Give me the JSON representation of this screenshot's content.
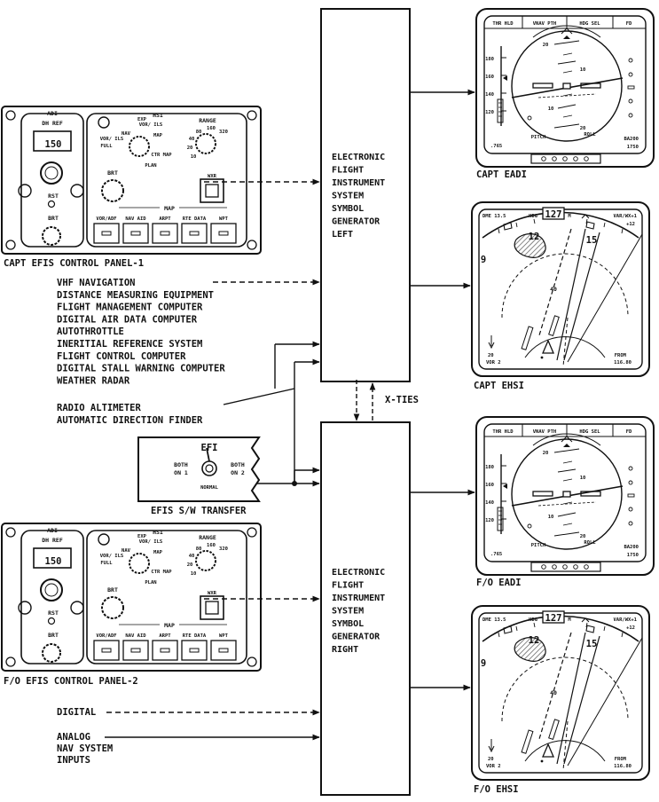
{
  "colors": {
    "ink": "#111111",
    "paper": "#ffffff",
    "hatch": "#555555"
  },
  "captPanel": {
    "caption": "CAPT EFIS CONTROL PANEL-1",
    "adi": "ADI",
    "dhRef": "DH REF",
    "display": "150",
    "rst": "RST",
    "brt": "BRT",
    "brt2": "BRT",
    "hsi": "HSI",
    "range": "RANGE",
    "modes": [
      "EXP",
      "VOR/ ILS",
      "MAP",
      "CTR MAP",
      "PLAN",
      "FULL",
      "VOR/ ILS",
      "NAV"
    ],
    "ranges": [
      "10",
      "20",
      "40",
      "80",
      "160",
      "320"
    ],
    "wxr": "WXR",
    "map": "MAP",
    "buttonLabels": [
      "VOR/ADF",
      "NAV AID",
      "ARPT",
      "RTE DATA",
      "WPT"
    ]
  },
  "foPanel": {
    "caption": "F/O EFIS CONTROL PANEL-2",
    "adi": "ADI",
    "dhRef": "DH REF",
    "display": "150",
    "rst": "RST",
    "brt": "BRT",
    "brt2": "BRT",
    "hsi": "HSI",
    "range": "RANGE",
    "modes": [
      "EXP",
      "VOR/ ILS",
      "MAP",
      "CTR MAP",
      "PLAN",
      "FULL",
      "VOR/ ILS",
      "NAV"
    ],
    "ranges": [
      "10",
      "20",
      "40",
      "80",
      "160",
      "320"
    ],
    "wxr": "WXR",
    "map": "MAP",
    "buttonLabels": [
      "VOR/ADF",
      "NAV AID",
      "ARPT",
      "RTE DATA",
      "WPT"
    ]
  },
  "generators": {
    "left": [
      "ELECTRONIC",
      "FLIGHT",
      "INSTRUMENT",
      "SYSTEM",
      "SYMBOL",
      "GENERATOR",
      "LEFT"
    ],
    "right": [
      "ELECTRONIC",
      "FLIGHT",
      "INSTRUMENT",
      "SYSTEM",
      "SYMBOL",
      "GENERATOR",
      "RIGHT"
    ]
  },
  "inputs": {
    "group1": [
      "VHF NAVIGATION",
      "DISTANCE MEASURING EQUIPMENT",
      "FLIGHT MANAGEMENT COMPUTER",
      "DIGITAL AIR DATA COMPUTER",
      "AUTOTHROTTLE",
      "INERITIAL REFERENCE SYSTEM",
      "FLIGHT CONTROL COMPUTER",
      "DIGITAL STALL WARNING COMPUTER",
      "WEATHER RADAR"
    ],
    "group2": [
      "RADIO ALTIMETER",
      "AUTOMATIC DIRECTION FINDER"
    ],
    "digital": "DIGITAL",
    "analog": [
      "ANALOG",
      "NAV SYSTEM",
      "INPUTS"
    ],
    "xties": "X-TIES"
  },
  "efiSwitch": {
    "title": "EFI",
    "both1": [
      "BOTH",
      "ON 1"
    ],
    "both2": [
      "BOTH",
      "ON 2"
    ],
    "normal": "NORMAL",
    "caption": "EFIS S/W TRANSFER"
  },
  "eadi": {
    "modes": [
      "THR HLD",
      "VNAV PTH",
      "HDG SEL",
      "FD"
    ],
    "pitch": [
      "20",
      "10",
      "10",
      "20"
    ],
    "speeds": [
      "180",
      "160",
      "140",
      "120"
    ],
    "pitchLbl": "PITCH",
    "rollLbl": "ROLL",
    "mach": ".765",
    "baro": [
      "BA200",
      "1750"
    ],
    "captCaption": "CAPT EADI",
    "foCaption": "F/O EADI"
  },
  "ehsi": {
    "dme": "DME 13.5",
    "hdg": "HDG",
    "hdgVal": "127",
    "m": "M",
    "varTop": "VAR/WX+1",
    "var2": "+12",
    "arcNums": [
      "9",
      "12",
      "15"
    ],
    "rangeMark": "40",
    "vor": [
      "20",
      "VOR 2"
    ],
    "from": [
      "FROM",
      "116.80"
    ],
    "captCaption": "CAPT EHSI",
    "foCaption": "F/O EHSI"
  }
}
